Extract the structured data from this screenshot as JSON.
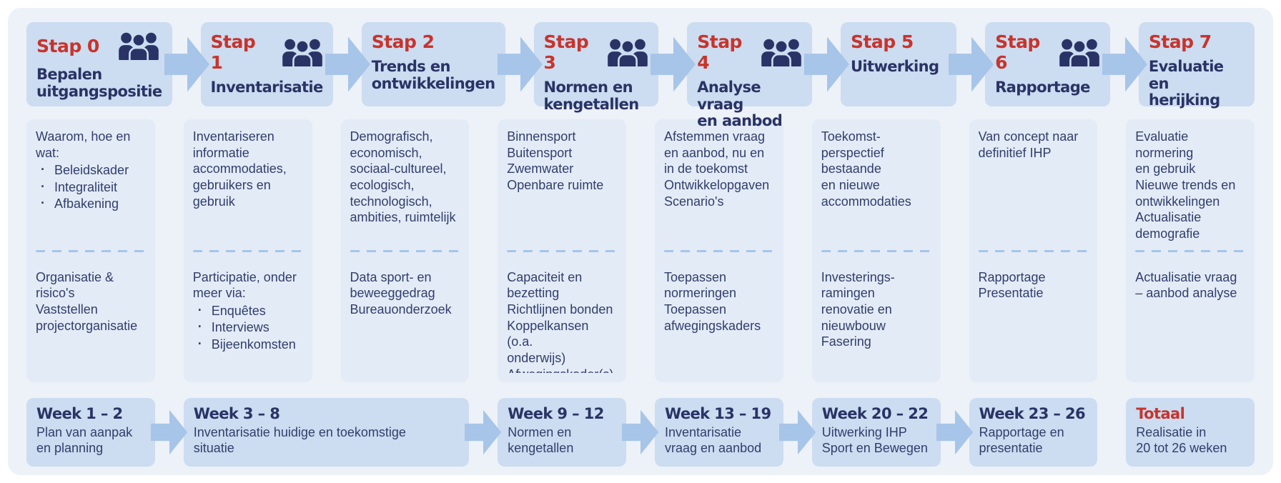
{
  "colors": {
    "page_bg": "#ffffff",
    "panel_bg": "#edf1f8",
    "box_header": "#ccdcf1",
    "box_body": "#e3ebf7",
    "arrow": "#a6c5e8",
    "dash": "#a6c5e8",
    "red": "#c7342c",
    "navy": "#2a3365",
    "body_text": "#313e6b"
  },
  "icons": {
    "people": "people-group-icon",
    "arrow": "arrow-right-icon"
  },
  "steps": [
    {
      "label": "Stap 0",
      "title": "Bepalen\nuitgangspositie",
      "people_icon": true,
      "arrow": true
    },
    {
      "label": "Stap 1",
      "title": "Inventarisatie",
      "people_icon": true,
      "arrow": true
    },
    {
      "label": "Stap 2",
      "title": "Trends en\nontwikkelingen",
      "people_icon": false,
      "arrow": true
    },
    {
      "label": "Stap 3",
      "title": "Normen en\nkengetallen",
      "people_icon": true,
      "arrow": true
    },
    {
      "label": "Stap 4",
      "title": "Analyse vraag\nen aanbod",
      "people_icon": true,
      "arrow": true
    },
    {
      "label": "Stap 5",
      "title": "Uitwerking",
      "people_icon": false,
      "arrow": true
    },
    {
      "label": "Stap 6",
      "title": "Rapportage",
      "people_icon": true,
      "arrow": true
    },
    {
      "label": "Stap 7",
      "title": "Evaluatie en\nherijking",
      "people_icon": false,
      "arrow": false
    }
  ],
  "details": [
    {
      "top": {
        "text": "Waarom, hoe en\nwat:",
        "bullets": [
          "Beleidskader",
          "Integraliteit",
          "Afbakening"
        ]
      },
      "bottom": {
        "text": "Organisatie &\nrisico's\nVaststellen\nprojectorganisatie",
        "bullets": []
      }
    },
    {
      "top": {
        "text": "Inventariseren\ninformatie\naccommodaties,\ngebruikers en\ngebruik",
        "bullets": []
      },
      "bottom": {
        "text": "Participatie, onder\nmeer via:",
        "bullets": [
          "Enquêtes",
          "Interviews",
          "Bijeenkomsten"
        ]
      }
    },
    {
      "top": {
        "text": "Demografisch,\neconomisch,\nsociaal-cultureel,\necologisch,\ntechnologisch,\nambities, ruimtelijk",
        "bullets": []
      },
      "bottom": {
        "text": "Data sport- en\nbeweeggedrag\nBureauonderzoek",
        "bullets": []
      }
    },
    {
      "top": {
        "text": "Binnensport\nBuitensport\nZwemwater\nOpenbare ruimte",
        "bullets": []
      },
      "bottom": {
        "text": "Capaciteit en\nbezetting\nRichtlijnen bonden\nKoppelkansen (o.a.\nonderwijs)\nAfwegingskader(s)",
        "bullets": []
      }
    },
    {
      "top": {
        "text": "Afstemmen vraag\nen aanbod, nu en\nin de toekomst\nOntwikkelopgaven\nScenario's",
        "bullets": []
      },
      "bottom": {
        "text": "Toepassen\nnormeringen\nToepassen\nafwegingskaders",
        "bullets": []
      }
    },
    {
      "top": {
        "text": "Toekomst-\nperspectief\nbestaande\nen nieuwe\naccommodaties",
        "bullets": []
      },
      "bottom": {
        "text": "Investerings-\nramingen\nrenovatie en\nnieuwbouw\nFasering",
        "bullets": []
      }
    },
    {
      "top": {
        "text": "Van concept naar\ndefinitief IHP",
        "bullets": []
      },
      "bottom": {
        "text": "Rapportage\nPresentatie",
        "bullets": []
      }
    },
    {
      "top": {
        "text": "Evaluatie\nnormering\nen gebruik\nNieuwe trends en\nontwikkelingen\nActualisatie\ndemografie",
        "bullets": []
      },
      "bottom": {
        "text": "Actualisatie vraag\n– aanbod analyse",
        "bullets": []
      }
    }
  ],
  "timeline": [
    {
      "title": "Week 1 – 2",
      "text": "Plan van aanpak\nen planning",
      "span": 1,
      "arrow": true,
      "accent": false
    },
    {
      "title": "Week 3 – 8",
      "text": "Inventarisatie huidige en toekomstige\nsituatie",
      "span": 2,
      "arrow": true,
      "accent": false
    },
    {
      "title": "Week 9 – 12",
      "text": "Normen en\nkengetallen",
      "span": 1,
      "arrow": true,
      "accent": false
    },
    {
      "title": "Week 13 – 19",
      "text": "Inventarisatie\nvraag en aanbod",
      "span": 1,
      "arrow": true,
      "accent": false
    },
    {
      "title": "Week 20 – 22",
      "text": "Uitwerking IHP\nSport en Bewegen",
      "span": 1,
      "arrow": true,
      "accent": false
    },
    {
      "title": "Week 23 – 26",
      "text": "Rapportage en\npresentatie",
      "span": 1,
      "arrow": false,
      "accent": false
    },
    {
      "title": "Totaal",
      "text": "Realisatie in\n20 tot 26 weken",
      "span": 1,
      "arrow": false,
      "accent": true
    }
  ]
}
